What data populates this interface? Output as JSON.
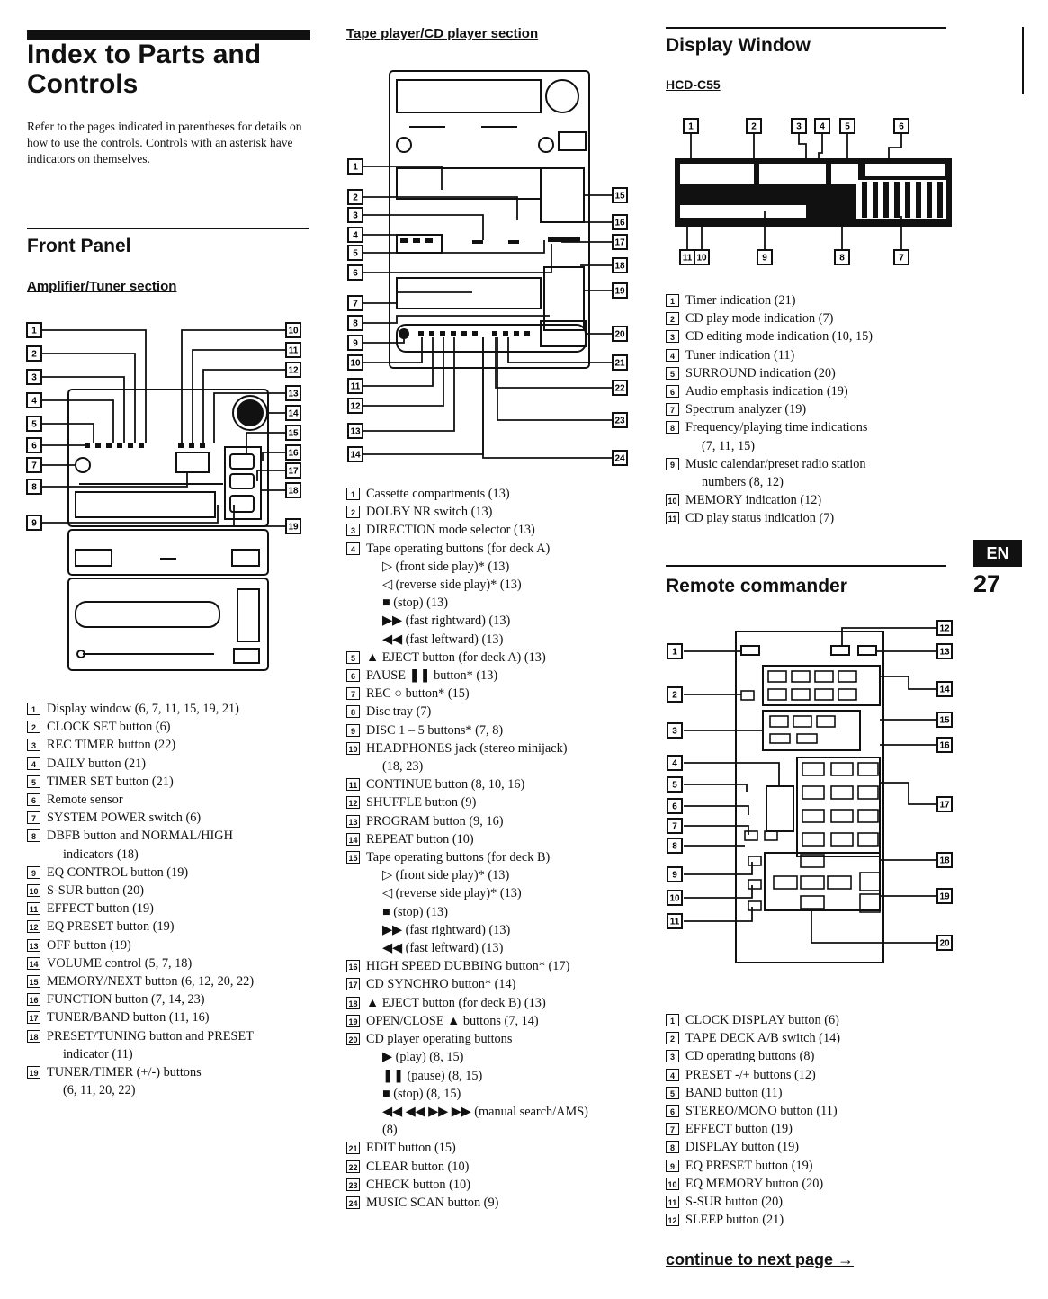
{
  "title": "Index to Parts and Controls",
  "intro": "Refer to the pages indicated in parentheses for details on how to use the controls. Controls with an asterisk have indicators on themselves.",
  "front_panel": "Front Panel",
  "amp_section": "Amplifier/Tuner section",
  "tape_section": "Tape player/CD player section",
  "display_window": "Display Window",
  "model": "HCD-C55",
  "remote": "Remote commander",
  "badge": "EN",
  "page_number": "27",
  "continue": "continue to next page →",
  "amp_items": [
    {
      "n": "1",
      "t": "Display window (6, 7, 11, 15, 19, 21)"
    },
    {
      "n": "2",
      "t": "CLOCK SET button (6)"
    },
    {
      "n": "3",
      "t": "REC TIMER button (22)"
    },
    {
      "n": "4",
      "t": "DAILY button (21)"
    },
    {
      "n": "5",
      "t": "TIMER SET button (21)"
    },
    {
      "n": "6",
      "t": "Remote sensor"
    },
    {
      "n": "7",
      "t": "SYSTEM POWER switch (6)"
    },
    {
      "n": "8",
      "t": "DBFB button and NORMAL/HIGH"
    },
    {
      "n": "",
      "t": "indicators (18)"
    },
    {
      "n": "9",
      "t": "EQ CONTROL button (19)"
    },
    {
      "n": "10",
      "t": "S-SUR button (20)"
    },
    {
      "n": "11",
      "t": "EFFECT button (19)"
    },
    {
      "n": "12",
      "t": "EQ PRESET button (19)"
    },
    {
      "n": "13",
      "t": "OFF button (19)"
    },
    {
      "n": "14",
      "t": "VOLUME control (5, 7, 18)"
    },
    {
      "n": "15",
      "t": "MEMORY/NEXT button (6, 12, 20, 22)"
    },
    {
      "n": "16",
      "t": "FUNCTION button (7, 14, 23)"
    },
    {
      "n": "17",
      "t": "TUNER/BAND button (11, 16)"
    },
    {
      "n": "18",
      "t": "PRESET/TUNING button and PRESET"
    },
    {
      "n": "",
      "t": "indicator (11)"
    },
    {
      "n": "19",
      "t": "TUNER/TIMER (+/-) buttons"
    },
    {
      "n": "",
      "t": "(6, 11, 20, 22)"
    }
  ],
  "tape_items": [
    {
      "n": "1",
      "t": "Cassette compartments (13)"
    },
    {
      "n": "2",
      "t": "DOLBY NR switch (13)"
    },
    {
      "n": "3",
      "t": "DIRECTION mode selector (13)"
    },
    {
      "n": "4",
      "t": "Tape operating buttons (for deck A)"
    },
    {
      "n": "",
      "t": "▷ (front side play)* (13)"
    },
    {
      "n": "",
      "t": "◁ (reverse side play)* (13)"
    },
    {
      "n": "",
      "t": "■ (stop) (13)"
    },
    {
      "n": "",
      "t": "▶▶ (fast rightward) (13)"
    },
    {
      "n": "",
      "t": "◀◀ (fast leftward) (13)"
    },
    {
      "n": "5",
      "t": "▲ EJECT button (for deck A) (13)"
    },
    {
      "n": "6",
      "t": "PAUSE ❚❚ button* (13)"
    },
    {
      "n": "7",
      "t": "REC ○ button* (15)"
    },
    {
      "n": "8",
      "t": "Disc tray (7)"
    },
    {
      "n": "9",
      "t": "DISC 1 – 5 buttons* (7, 8)"
    },
    {
      "n": "10",
      "t": "HEADPHONES jack (stereo minijack)"
    },
    {
      "n": "",
      "t": "(18, 23)"
    },
    {
      "n": "11",
      "t": "CONTINUE button (8, 10, 16)"
    },
    {
      "n": "12",
      "t": "SHUFFLE button (9)"
    },
    {
      "n": "13",
      "t": "PROGRAM button (9, 16)"
    },
    {
      "n": "14",
      "t": "REPEAT button (10)"
    },
    {
      "n": "15",
      "t": "Tape operating buttons (for deck B)"
    },
    {
      "n": "",
      "t": "▷ (front side play)* (13)"
    },
    {
      "n": "",
      "t": "◁ (reverse side play)* (13)"
    },
    {
      "n": "",
      "t": "■ (stop) (13)"
    },
    {
      "n": "",
      "t": "▶▶ (fast rightward) (13)"
    },
    {
      "n": "",
      "t": "◀◀ (fast leftward) (13)"
    },
    {
      "n": "16",
      "t": "HIGH SPEED DUBBING button* (17)"
    },
    {
      "n": "17",
      "t": "CD SYNCHRO button* (14)"
    },
    {
      "n": "18",
      "t": "▲ EJECT button (for deck B) (13)"
    },
    {
      "n": "19",
      "t": "OPEN/CLOSE ▲ buttons (7, 14)"
    },
    {
      "n": "20",
      "t": "CD player operating buttons"
    },
    {
      "n": "",
      "t": "▶ (play) (8, 15)"
    },
    {
      "n": "",
      "t": "❚❚ (pause) (8, 15)"
    },
    {
      "n": "",
      "t": "■ (stop) (8, 15)"
    },
    {
      "n": "",
      "t": "◀◀ ◀◀ ▶▶ ▶▶ (manual search/AMS)"
    },
    {
      "n": "",
      "t": "(8)"
    },
    {
      "n": "21",
      "t": "EDIT button (15)"
    },
    {
      "n": "22",
      "t": "CLEAR button (10)"
    },
    {
      "n": "23",
      "t": "CHECK button (10)"
    },
    {
      "n": "24",
      "t": "MUSIC SCAN button (9)"
    }
  ],
  "display_items": [
    {
      "n": "1",
      "t": "Timer indication (21)"
    },
    {
      "n": "2",
      "t": "CD play mode indication (7)"
    },
    {
      "n": "3",
      "t": "CD editing mode indication (10, 15)"
    },
    {
      "n": "4",
      "t": "Tuner indication (11)"
    },
    {
      "n": "5",
      "t": "SURROUND indication (20)"
    },
    {
      "n": "6",
      "t": "Audio emphasis indication (19)"
    },
    {
      "n": "7",
      "t": "Spectrum analyzer (19)"
    },
    {
      "n": "8",
      "t": "Frequency/playing time indications"
    },
    {
      "n": "",
      "t": "(7, 11, 15)"
    },
    {
      "n": "9",
      "t": "Music calendar/preset radio station"
    },
    {
      "n": "",
      "t": "numbers (8, 12)"
    },
    {
      "n": "10",
      "t": "MEMORY indication (12)"
    },
    {
      "n": "11",
      "t": "CD play status indication (7)"
    }
  ],
  "remote_items": [
    {
      "n": "1",
      "t": "CLOCK DISPLAY button (6)"
    },
    {
      "n": "2",
      "t": "TAPE DECK A/B switch (14)"
    },
    {
      "n": "3",
      "t": "CD operating buttons (8)"
    },
    {
      "n": "4",
      "t": "PRESET -/+ buttons (12)"
    },
    {
      "n": "5",
      "t": "BAND button (11)"
    },
    {
      "n": "6",
      "t": "STEREO/MONO button (11)"
    },
    {
      "n": "7",
      "t": "EFFECT button (19)"
    },
    {
      "n": "8",
      "t": "DISPLAY button (19)"
    },
    {
      "n": "9",
      "t": "EQ PRESET button (19)"
    },
    {
      "n": "10",
      "t": "EQ MEMORY button (20)"
    },
    {
      "n": "11",
      "t": "S-SUR button (20)"
    },
    {
      "n": "12",
      "t": "SLEEP button (21)"
    }
  ],
  "callouts": {
    "amp_left": [
      "1",
      "2",
      "3",
      "4",
      "5",
      "6",
      "7",
      "8",
      "9"
    ],
    "amp_right": [
      "10",
      "11",
      "12",
      "13",
      "14",
      "15",
      "16",
      "17",
      "18",
      "19"
    ],
    "tape_left": [
      "1",
      "2",
      "3",
      "4",
      "5",
      "6",
      "7",
      "8",
      "9",
      "10",
      "11",
      "12",
      "13",
      "14"
    ],
    "tape_right": [
      "15",
      "16",
      "17",
      "18",
      "19",
      "20",
      "21",
      "22",
      "23",
      "24"
    ],
    "disp_top": [
      "1",
      "2",
      "3",
      "4",
      "5",
      "6"
    ],
    "disp_bottom": [
      "11",
      "10",
      "9",
      "8",
      "7"
    ],
    "remote_left": [
      "1",
      "2",
      "3",
      "4",
      "5",
      "6",
      "7",
      "8",
      "9",
      "10",
      "11"
    ],
    "remote_right": [
      "12",
      "13",
      "14",
      "15",
      "16",
      "17",
      "18",
      "19",
      "20"
    ]
  }
}
